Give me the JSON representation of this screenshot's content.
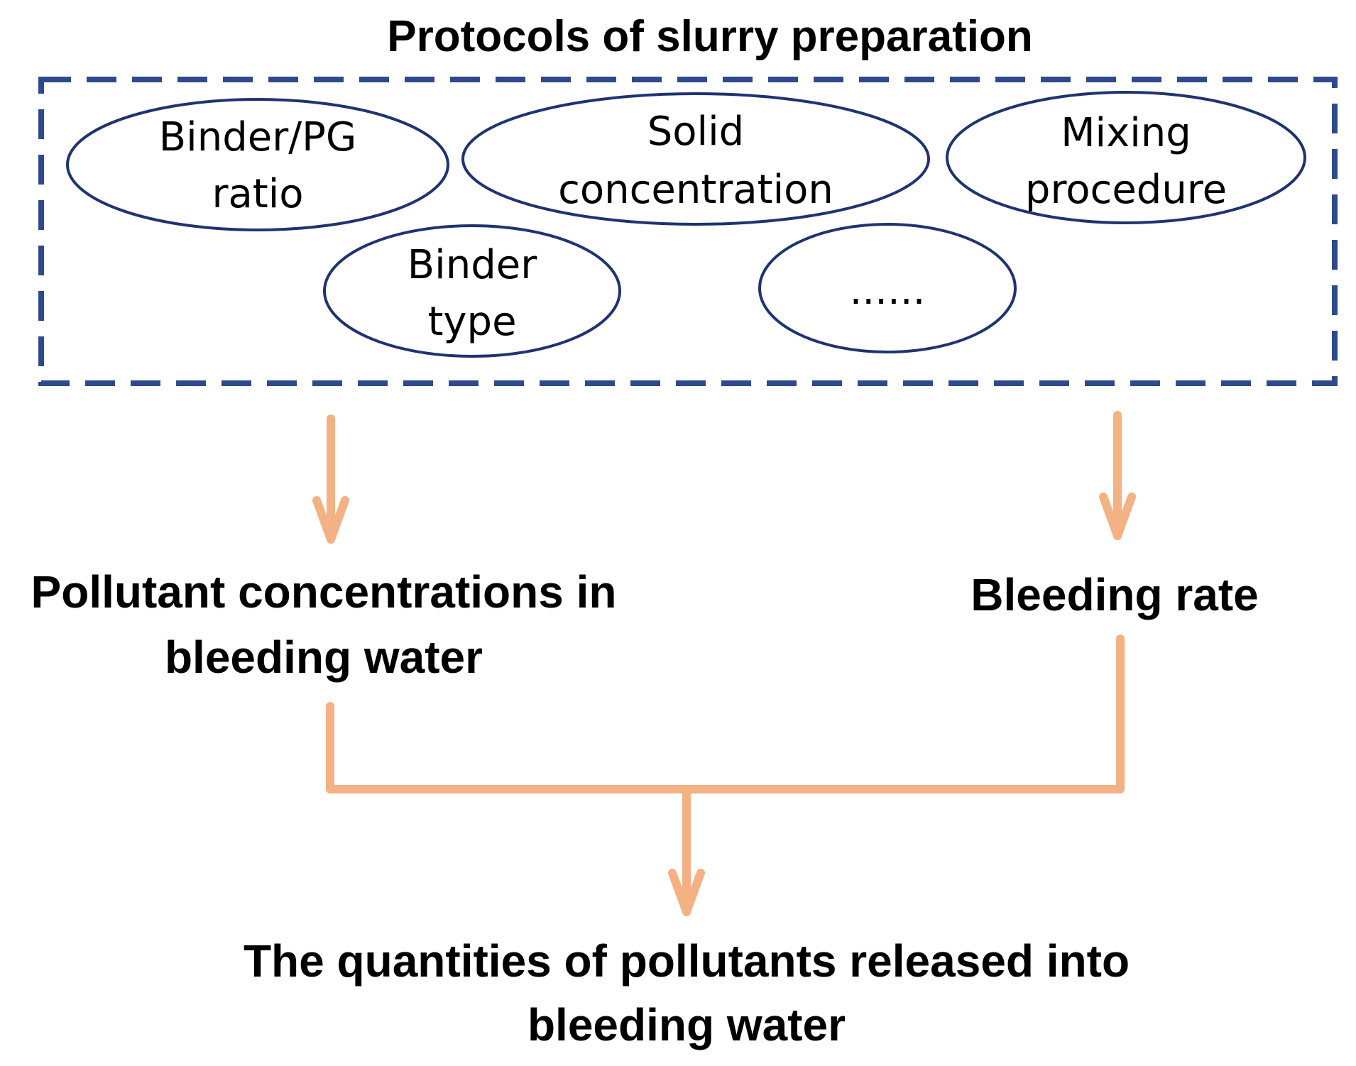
{
  "diagram": {
    "title": "Protocols of slurry preparation",
    "factors": [
      {
        "line1": "Binder/PG",
        "line2": "ratio"
      },
      {
        "line1": "Solid",
        "line2": "concentration"
      },
      {
        "line1": "Mixing",
        "line2": "procedure"
      },
      {
        "line1": "Binder",
        "line2": "type"
      },
      {
        "line1": "",
        "line2": "......"
      }
    ],
    "left_outcome": {
      "line1": "Pollutant concentrations in",
      "line2": "bleeding water"
    },
    "right_outcome": "Bleeding rate",
    "final_outcome": {
      "line1": "The quantities of pollutants released into",
      "line2": "bleeding water"
    },
    "colors": {
      "box_border": "#2e4a8e",
      "oval_border": "#1f3370",
      "arrow": "#f4b183",
      "text": "#000000"
    }
  }
}
